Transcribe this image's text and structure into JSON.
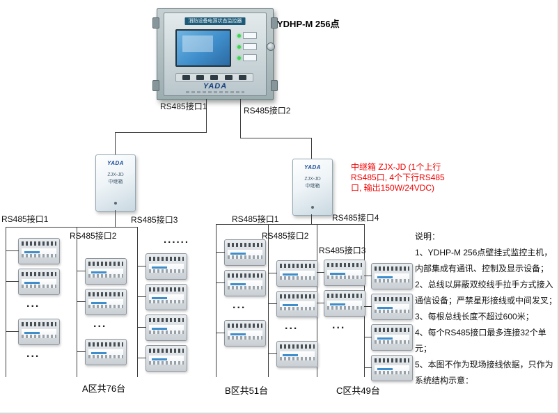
{
  "host": {
    "label": "YDHP-M 256点",
    "panel_title": "消防设备电源状态监控器",
    "brand": "YADA"
  },
  "uplinks": [
    {
      "label": "RS485接口1"
    },
    {
      "label": "RS485接口2"
    }
  ],
  "repeaters": [
    {
      "brand": "YADA",
      "model": "ZJX-JD",
      "name": "中继箱"
    },
    {
      "brand": "YADA",
      "model": "ZJX-JD",
      "name": "中继箱"
    }
  ],
  "repeater_note": {
    "color": "#f20000",
    "lines": [
      "中继箱 ZJX-JD (1个上行",
      "RS485口, 4个下行RS485",
      "口, 输出150W/24VDC)"
    ]
  },
  "groups": [
    {
      "total_label": "A区共76台",
      "buses": [
        {
          "label": "RS485接口1",
          "items": [
            "device",
            "device",
            "dots",
            "device",
            "dots"
          ]
        },
        {
          "label": "RS485接口2",
          "items": [
            "device",
            "device",
            "dots",
            "device"
          ]
        },
        {
          "label": "RS485接口3",
          "items": [
            "hdots",
            "device",
            "device",
            "device",
            "device"
          ]
        }
      ]
    },
    {
      "total_label": "B区共51台",
      "buses": [
        {
          "label": "RS485接口1",
          "items": [
            "device",
            "device",
            "dots",
            "device"
          ]
        },
        {
          "label": "RS485接口2",
          "items": [
            "device",
            "device",
            "dots",
            "device"
          ]
        }
      ]
    },
    {
      "total_label": "C区共49台",
      "buses": [
        {
          "label": "RS485接口3",
          "items": [
            "device",
            "device",
            "dots"
          ]
        },
        {
          "label": "RS485接口4",
          "items": [
            "device",
            "device",
            "device",
            "device"
          ]
        }
      ]
    }
  ],
  "notes": {
    "lines": [
      "说明：",
      "1、YDHP-M 256点壁挂式监控主机，",
      "内部集成有通讯、控制及显示设备；",
      "2、总线以屏蔽双绞线手拉手方式接入",
      "通信设备；严禁星形接线或中间发叉；",
      "3、每根总线长度不超过600米；",
      "4、每个RS485接口最多连接32个单",
      "元；",
      "5、本图不作为现场接线依据，只作为",
      "系统结构示意："
    ]
  },
  "symbols": {
    "dots": "...",
    "hdots": "......"
  }
}
